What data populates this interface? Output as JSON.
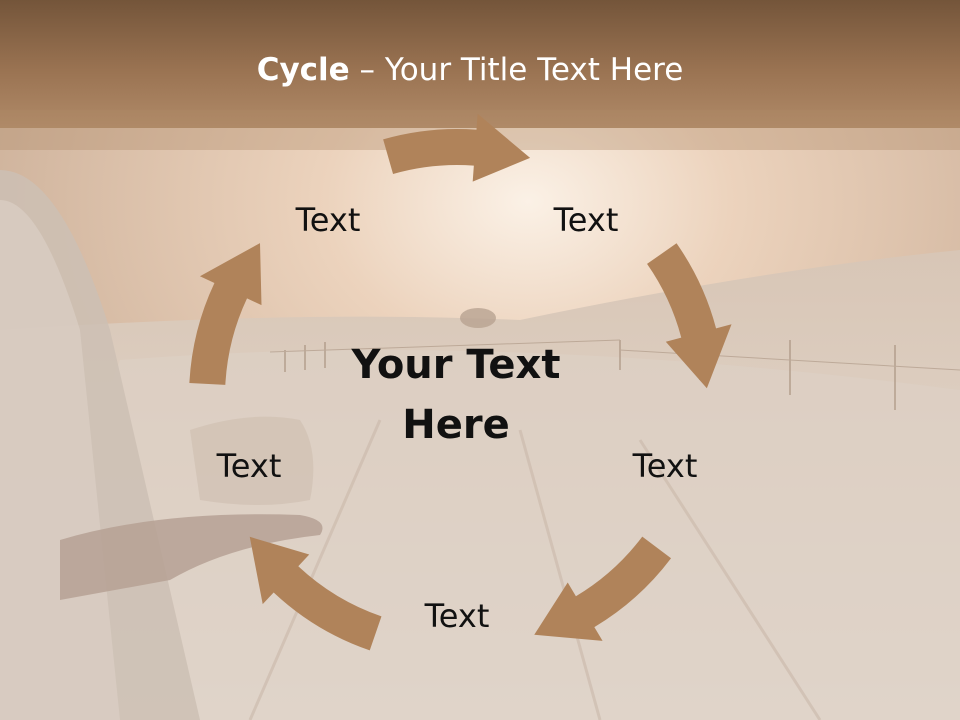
{
  "slide": {
    "title_bold": "Cycle",
    "title_rest": " – Your Title Text Here",
    "center_line1": "Your Text",
    "center_line2": "Here",
    "labels": [
      "Text",
      "Text",
      "Text",
      "Text",
      "Text"
    ]
  },
  "colors": {
    "header_band": "#6e5035",
    "arrow_fill": "#b0835a",
    "background": "#e8ddd3",
    "text": "#111111",
    "title_text": "#ffffff"
  }
}
